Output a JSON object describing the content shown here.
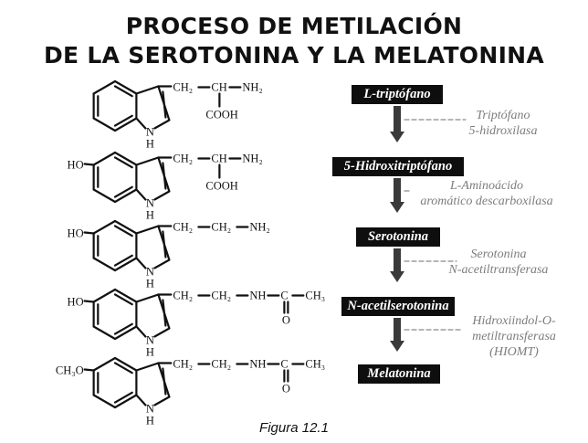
{
  "title": {
    "line1": "PROCESO DE METILACIÓN",
    "line2": "DE LA SEROTONINA Y LA MELATONINA"
  },
  "compounds": [
    {
      "name": "L-triptófano"
    },
    {
      "name": "5-Hidroxitriptófano"
    },
    {
      "name": "Serotonina"
    },
    {
      "name": "N-acetilserotonina"
    },
    {
      "name": "Melatonina"
    }
  ],
  "enzymes": [
    {
      "line1": "Triptófano",
      "line2": "5-hidroxilasa"
    },
    {
      "line1": "L-Aminoácido",
      "line2": "aromático descarboxilasa"
    },
    {
      "line1": "Serotonina",
      "line2": "N-acetiltransferasa"
    },
    {
      "line1": "Hidroxiindol-O-",
      "line2": "metiltransferasa",
      "line3": "(HIOMT)"
    }
  ],
  "structures": {
    "ho": "HO",
    "ch3o": "CH₃O",
    "nh": "N",
    "h": "H",
    "ch2": "CH₂",
    "ch": "CH",
    "nh2": "NH₂",
    "cooh": "COOH",
    "nh_amide": "NH",
    "c": "C",
    "o": "O",
    "ch3": "CH₃"
  },
  "caption": "Figura 12.1"
}
